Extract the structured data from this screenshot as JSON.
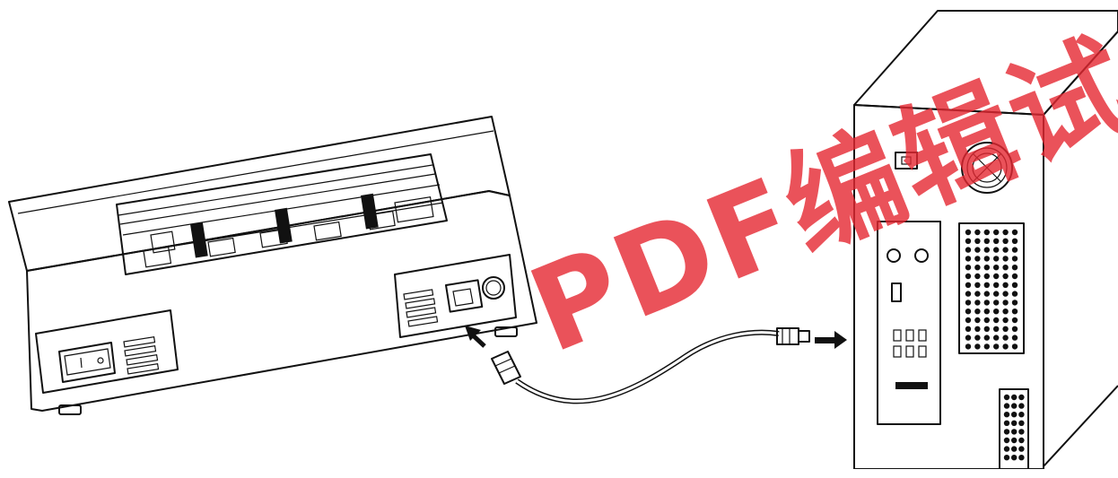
{
  "watermark": {
    "text": "PDF编辑试用",
    "color": "#e62832"
  },
  "icons": {
    "printer": "printer-rear-illustration",
    "pc": "pc-tower-illustration",
    "cable": "usb-cable-illustration"
  }
}
